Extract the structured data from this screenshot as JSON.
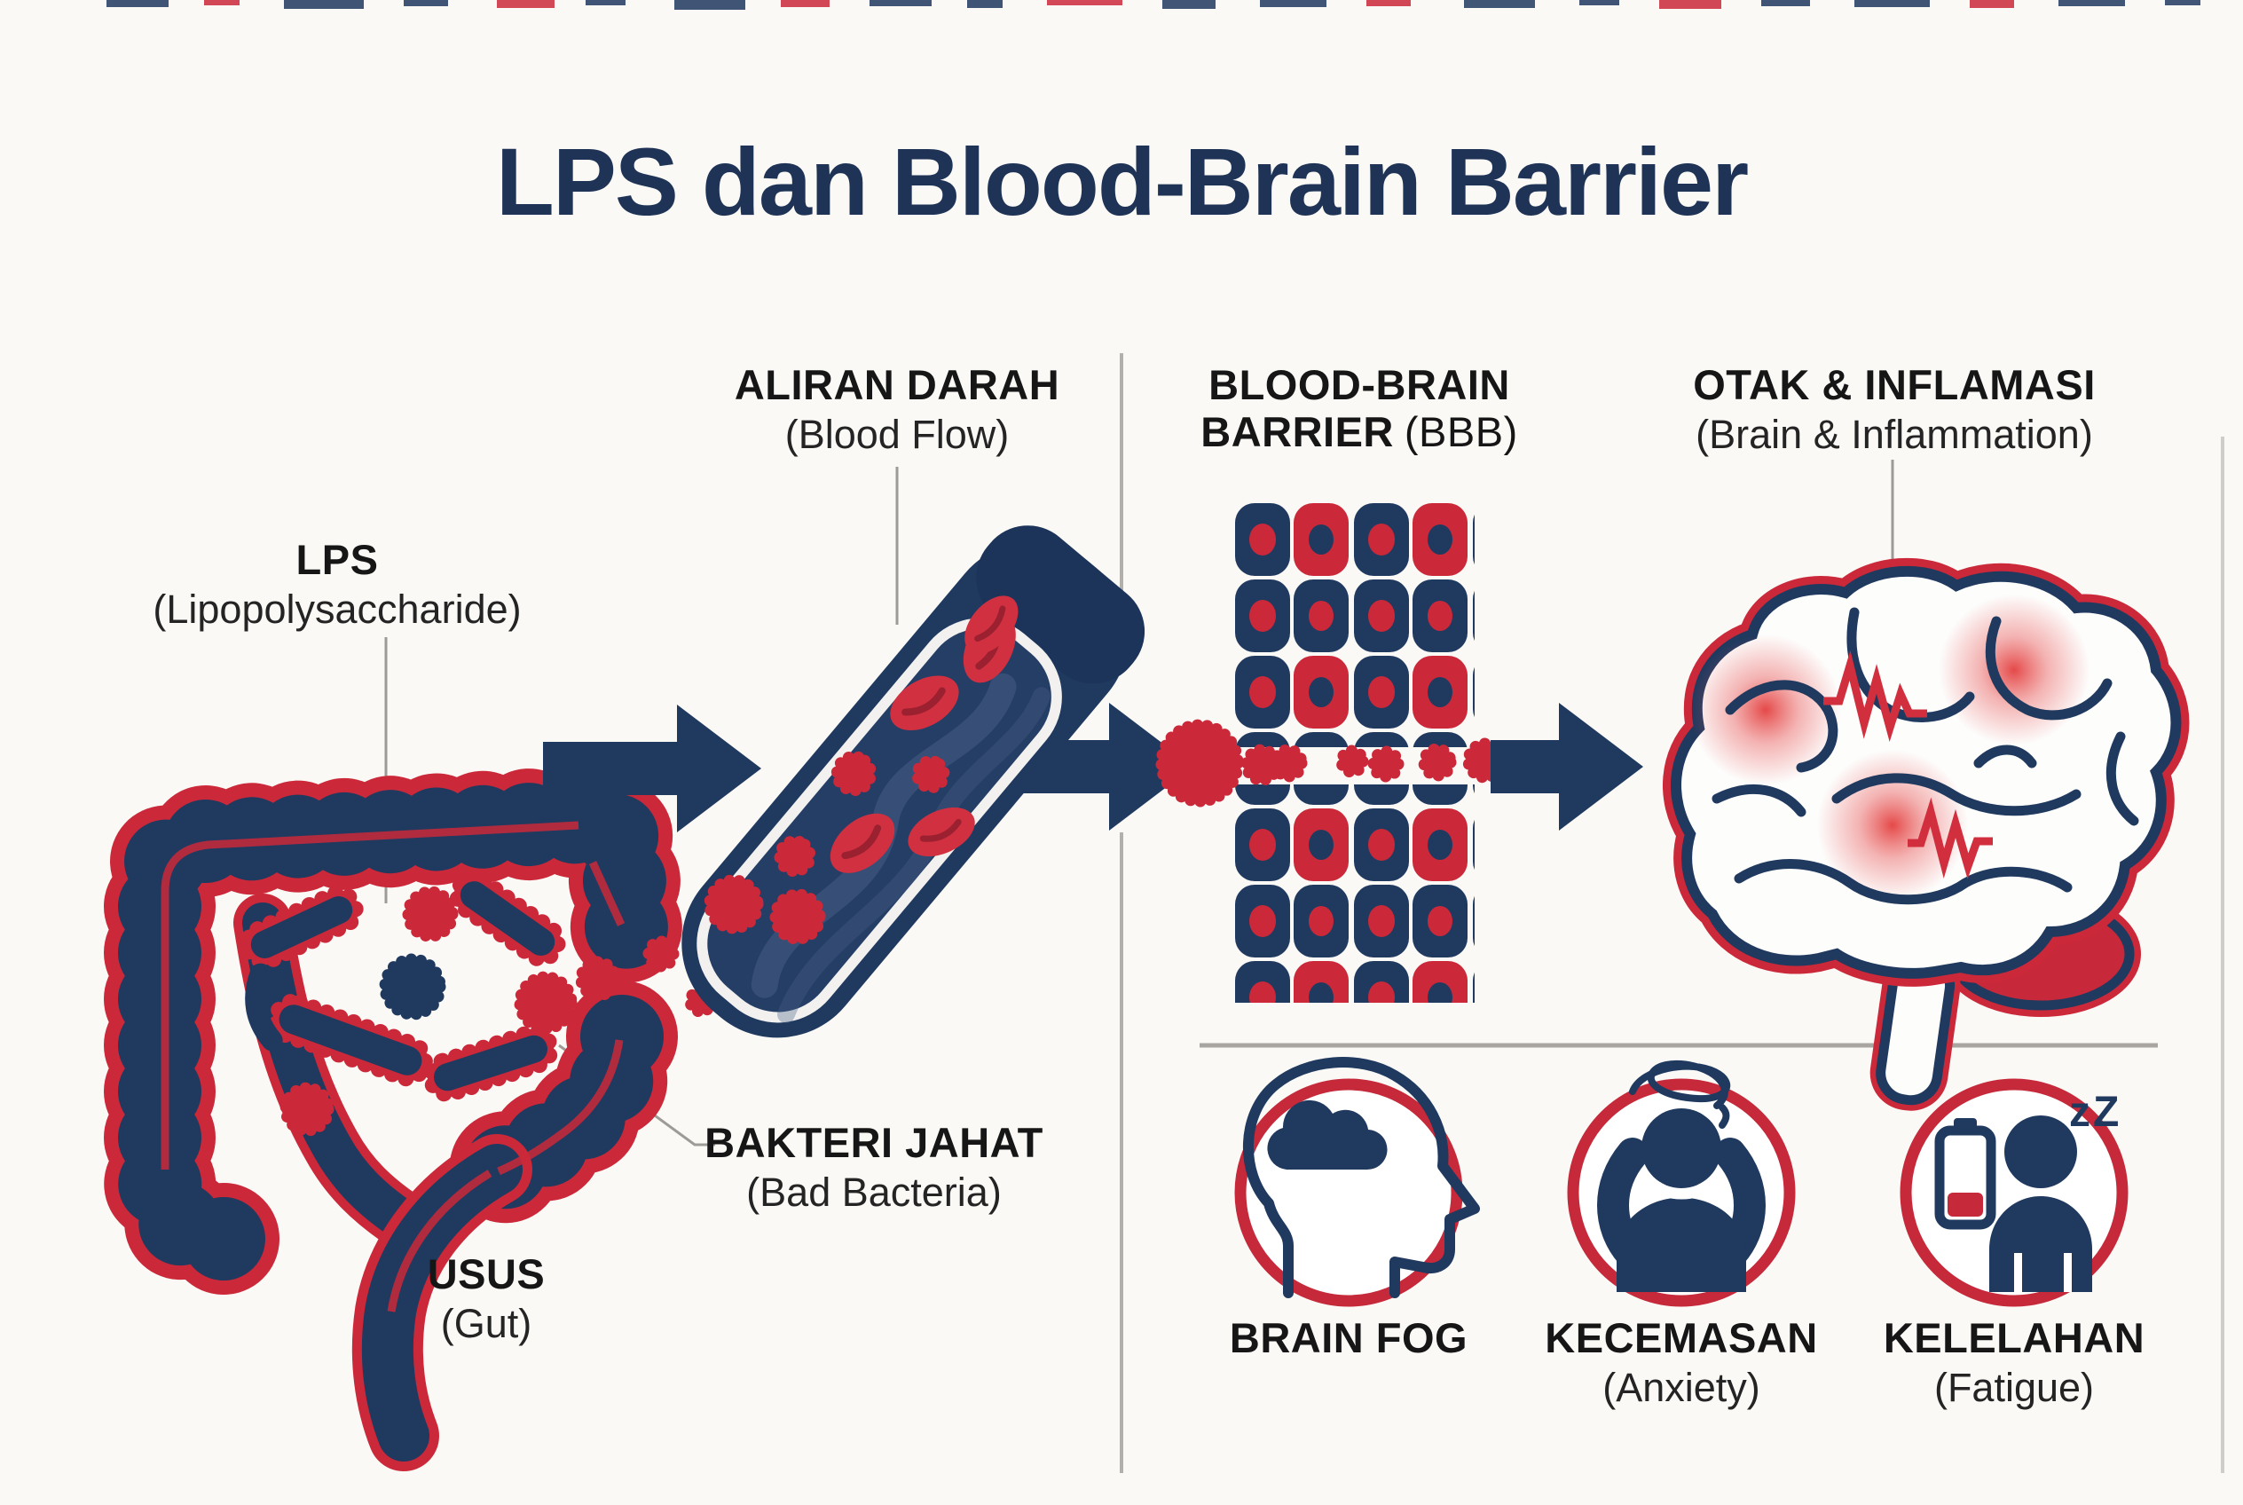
{
  "title": "LPS dan Blood-Brain Barrier",
  "colors": {
    "navy": "#20395f",
    "red": "#cb2939",
    "black": "#1a1a1a",
    "gray_line": "#a6a39f",
    "background": "#faf9f6"
  },
  "labels": {
    "lps": {
      "main": "LPS",
      "sub": "(Lipopolysaccharide)"
    },
    "blood_flow": {
      "main": "ALIRAN DARAH",
      "sub": "(Blood Flow)"
    },
    "bbb": {
      "main_line1": "BLOOD-BRAIN",
      "main_line2": "BARRIER",
      "sub": "(BBB)"
    },
    "brain": {
      "main": "OTAK & INFLAMASI",
      "sub": "(Brain & Inflammation)"
    },
    "bacteria": {
      "main": "BAKTERI JAHAT",
      "sub": "(Bad Bacteria)"
    },
    "gut": {
      "main": "USUS",
      "sub": "(Gut)"
    }
  },
  "symptoms": [
    {
      "main": "BRAIN FOG",
      "sub": ""
    },
    {
      "main": "KECEMASAN",
      "sub": "(Anxiety)"
    },
    {
      "main": "KELELAHAN",
      "sub": "(Fatigue)"
    }
  ],
  "icons": {
    "sleep_glyph": "zZ"
  }
}
